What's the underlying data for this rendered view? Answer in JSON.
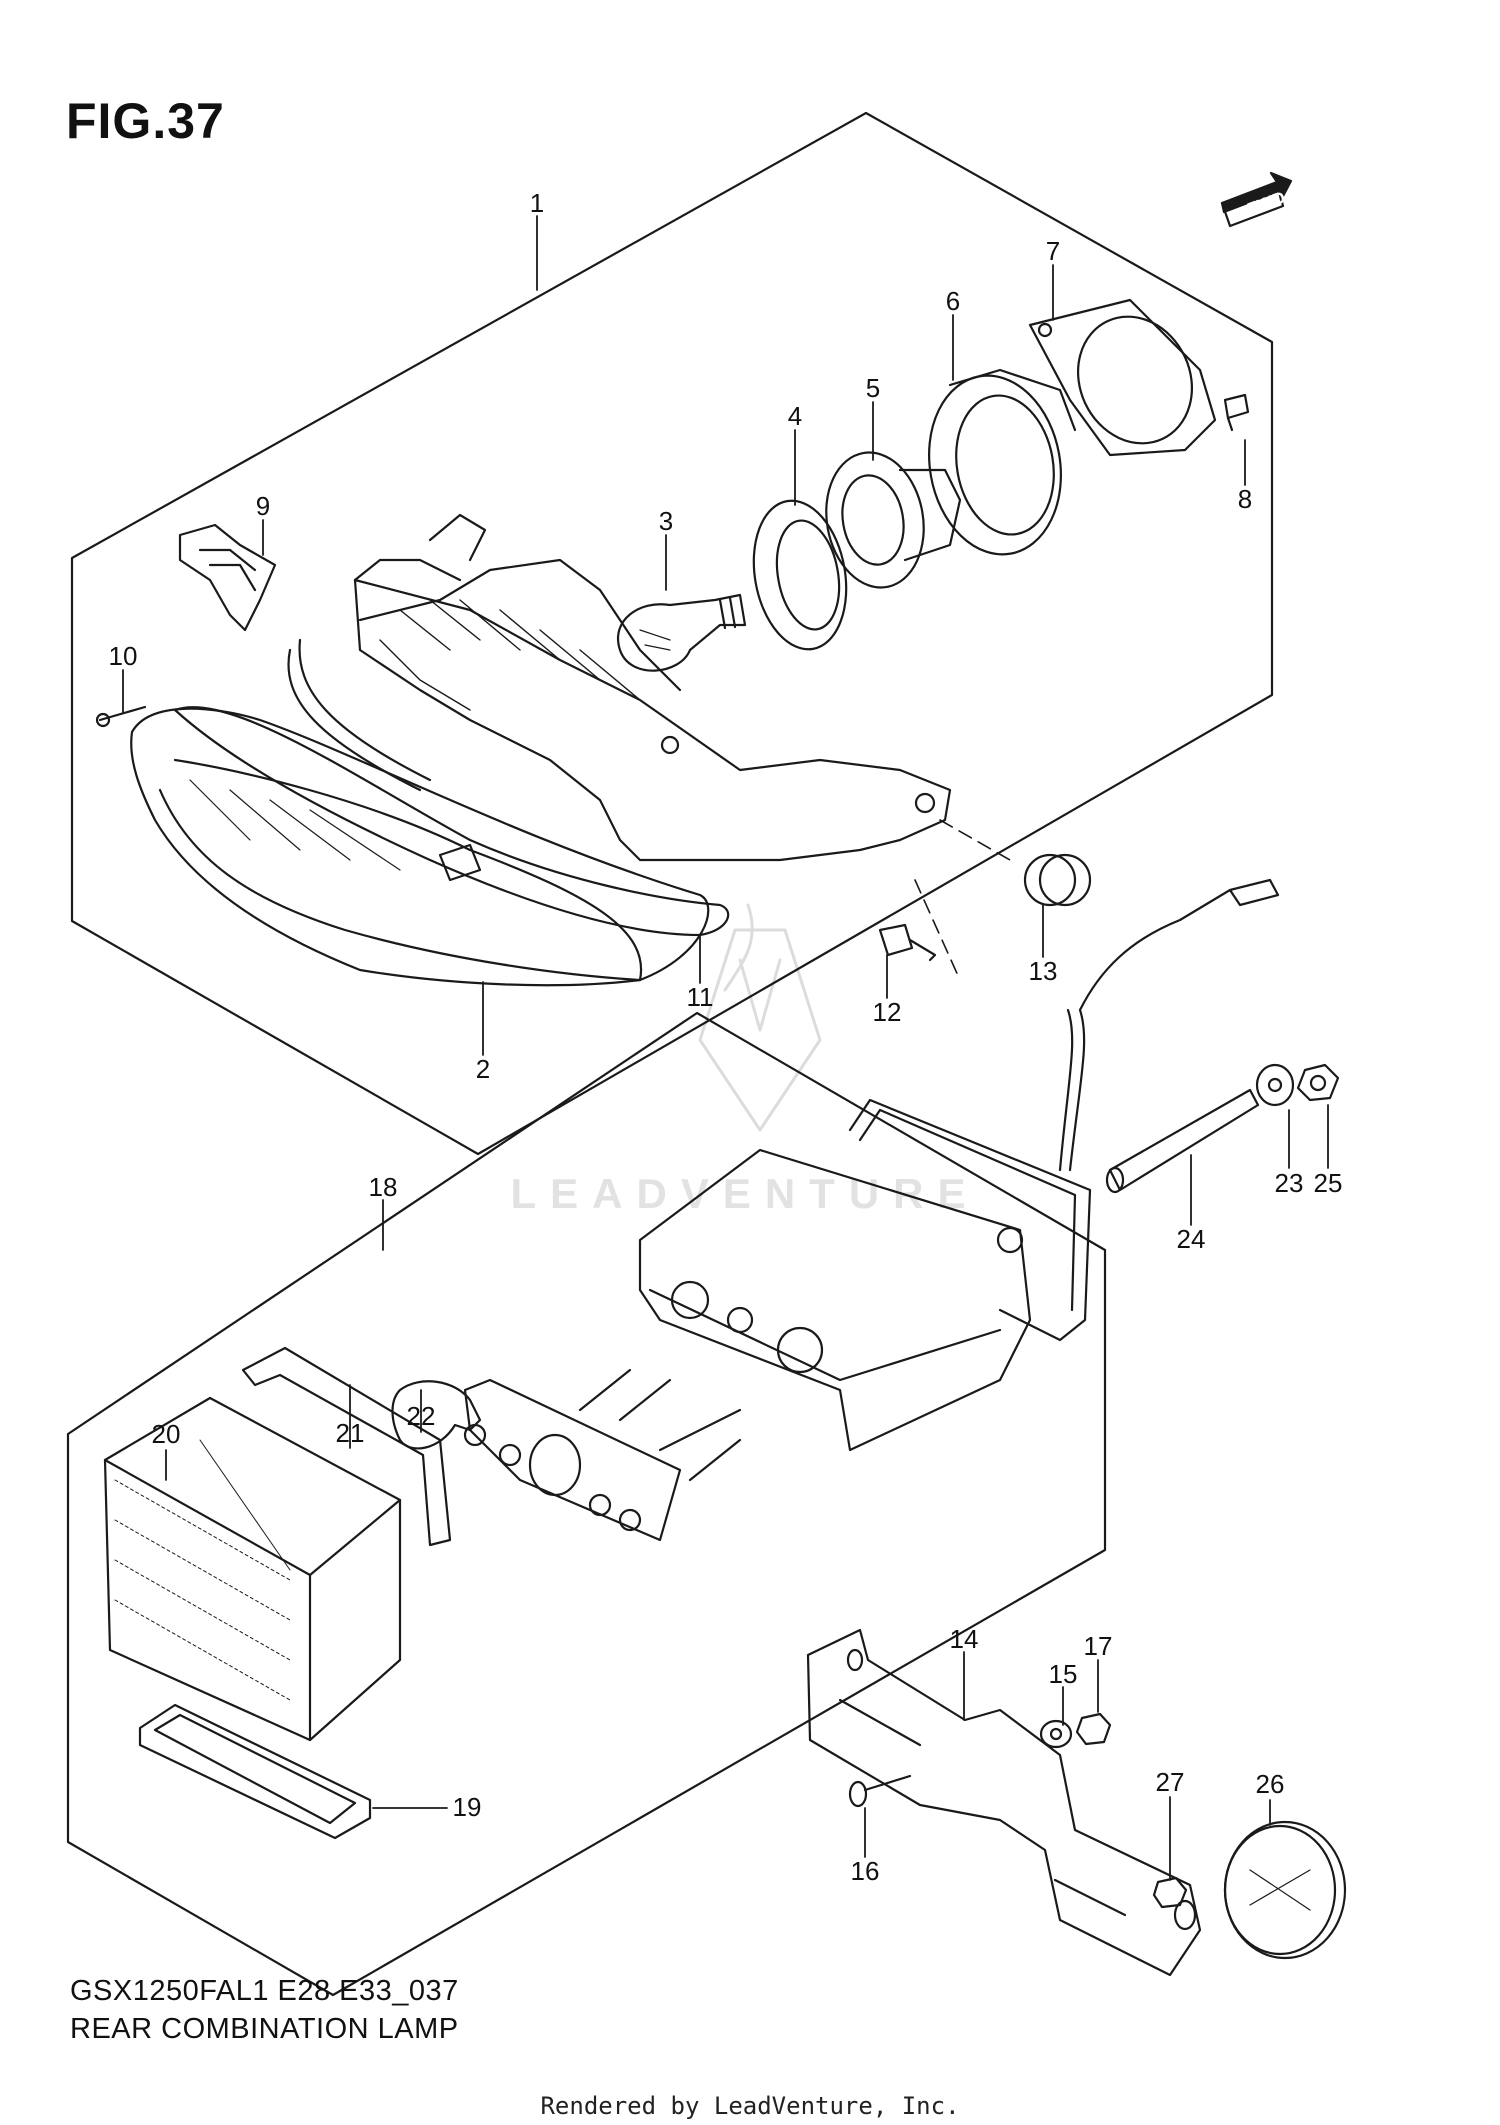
{
  "figure": {
    "title": "FIG.37",
    "model_code": "GSX1250FAL1 E28 E33_037",
    "assembly_name": "REAR COMBINATION LAMP",
    "fwd_label": "FWD",
    "credit": "Rendered by LeadVenture, Inc.",
    "watermark": "LEADVENTURE"
  },
  "callouts": [
    {
      "id": "1"
    },
    {
      "id": "2"
    },
    {
      "id": "3"
    },
    {
      "id": "4"
    },
    {
      "id": "5"
    },
    {
      "id": "6"
    },
    {
      "id": "7"
    },
    {
      "id": "8"
    },
    {
      "id": "9"
    },
    {
      "id": "10"
    },
    {
      "id": "11"
    },
    {
      "id": "12"
    },
    {
      "id": "13"
    },
    {
      "id": "14"
    },
    {
      "id": "15"
    },
    {
      "id": "16"
    },
    {
      "id": "17"
    },
    {
      "id": "18"
    },
    {
      "id": "19"
    },
    {
      "id": "20"
    },
    {
      "id": "21"
    },
    {
      "id": "22"
    },
    {
      "id": "23"
    },
    {
      "id": "24"
    },
    {
      "id": "25"
    },
    {
      "id": "26"
    },
    {
      "id": "27"
    }
  ],
  "colors": {
    "line": "#1a1a1a",
    "watermark": "#d9d9d9"
  }
}
